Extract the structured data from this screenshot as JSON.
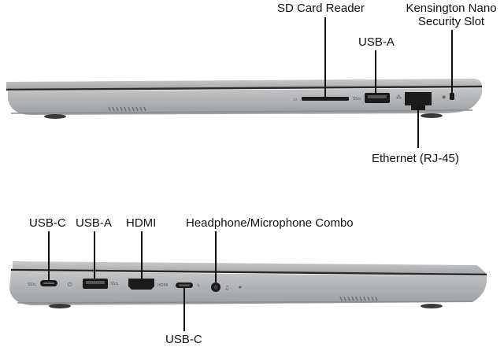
{
  "top_view": {
    "labels": {
      "sd_card": "SD Card Reader",
      "kensington_line1": "Kensington Nano",
      "kensington_line2": "Security Slot",
      "usb_a": "USB-A",
      "ethernet": "Ethernet (RJ-45)"
    }
  },
  "bottom_view": {
    "labels": {
      "usb_c_left": "USB-C",
      "usb_a": "USB-A",
      "hdmi": "HDMI",
      "headphone": "Headphone/Microphone Combo",
      "usb_c_bottom": "USB-C"
    },
    "port_marks": {
      "hdmi": "HDMI"
    }
  },
  "colors": {
    "chassis": "#b9bcbf",
    "chassis_dark": "#8e9194",
    "lid": "#a7aaad",
    "port": "#1b1b1b",
    "leader": "#111111"
  }
}
